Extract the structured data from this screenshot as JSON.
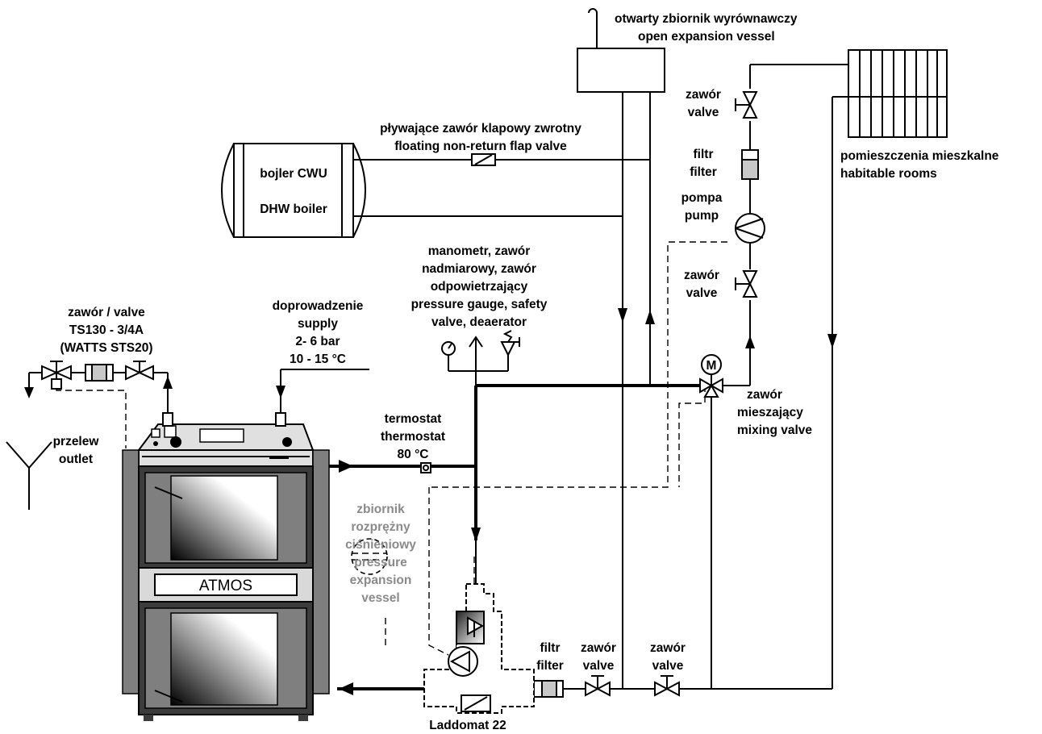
{
  "labels": {
    "open_vessel_pl": "otwarty zbiornik wyrównawczy",
    "open_vessel_en": "open expansion vessel",
    "flap_valve_pl": "pływające zawór klapowy zwrotny",
    "flap_valve_en": "floating non-return flap valve",
    "boiler_cwu": "bojler CWU",
    "dhw_boiler": "DHW boiler",
    "rooms_pl": "pomieszczenia mieszkalne",
    "rooms_en": "habitable rooms",
    "valve_top_pl": "zawór",
    "valve_top_en": "valve",
    "filter_top_pl": "filtr",
    "filter_top_en": "filter",
    "pump_pl": "pompa",
    "pump_en": "pump",
    "valve_mid_pl": "zawór",
    "valve_mid_en": "valve",
    "safety_1": "manometr, zawór",
    "safety_2": "nadmiarowy, zawór",
    "safety_3": "odpowietrzający",
    "safety_4": "pressure gauge, safety",
    "safety_5": "valve, deaerator",
    "supply_1": "doprowadzenie",
    "supply_2": "supply",
    "supply_3": "2- 6 bar",
    "supply_4": "10 - 15 °C",
    "ts_1": "zawór / valve",
    "ts_2": "TS130 - 3/4A",
    "ts_3": "(WATTS STS20)",
    "outlet_pl": "przelew",
    "outlet_en": "outlet",
    "thermostat_pl": "termostat",
    "thermostat_en": "thermostat",
    "thermostat_temp": "80 °C",
    "mixing_1": "zawór",
    "mixing_2": "mieszający",
    "mixing_3": "mixing valve",
    "motor_letter": "M",
    "pev_1": "zbiornik",
    "pev_2": "rozprężny",
    "pev_3": "ciśnieniowy",
    "pev_4": "pressure",
    "pev_5": "expansion",
    "pev_6": "vessel",
    "filter_bottom_pl": "filtr",
    "filter_bottom_en": "filter",
    "valve_b1_pl": "zawór",
    "valve_b1_en": "valve",
    "valve_b2_pl": "zawór",
    "valve_b2_en": "valve",
    "laddomat": "Laddomat 22",
    "brand": "ATMOS"
  },
  "colors": {
    "line": "#000000",
    "boiler_body": "#7f7f7f",
    "boiler_frame": "#3c3c3c",
    "panel": "#d9d9d9",
    "grey_label": "#8a8a8a",
    "filter_fill": "#c8c8c8"
  }
}
